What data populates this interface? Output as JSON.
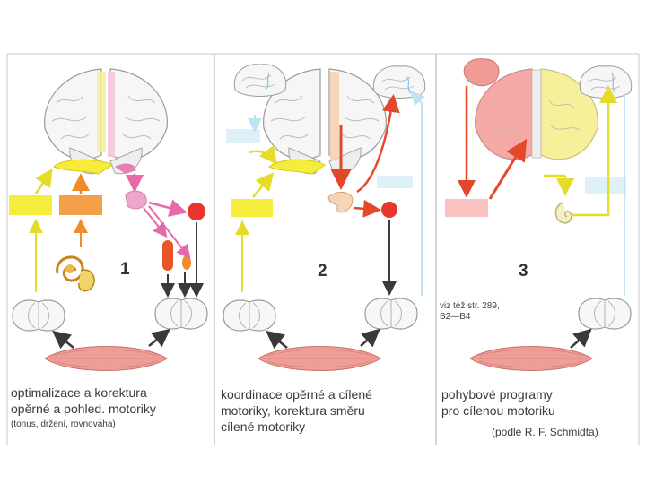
{
  "panels": [
    {
      "number": "1",
      "caption_line1": "optimalizace a korektura",
      "caption_line2": "opěrné a pohled. motoriky",
      "caption_note": "(tonus, držení, rovnováha)"
    },
    {
      "number": "2",
      "caption_line1": "koordinace opěrné a cílené",
      "caption_line2": "motoriky, korektura směru",
      "caption_line3": "cílené motoriky"
    },
    {
      "number": "3",
      "reference_line1": "viz též str. 289,",
      "reference_line2": "B2—B4",
      "caption_line1": "pohybové programy",
      "caption_line2": "pro cílenou motoriku",
      "source": "(podle R. F. Schmidta)"
    }
  ],
  "colors": {
    "yellow": "#f5ec3c",
    "orange": "#f4a04a",
    "red": "#e8362a",
    "pink": "#e77fb3",
    "muscle": "#ef9d97",
    "light_blue": "#c9e8f4"
  }
}
